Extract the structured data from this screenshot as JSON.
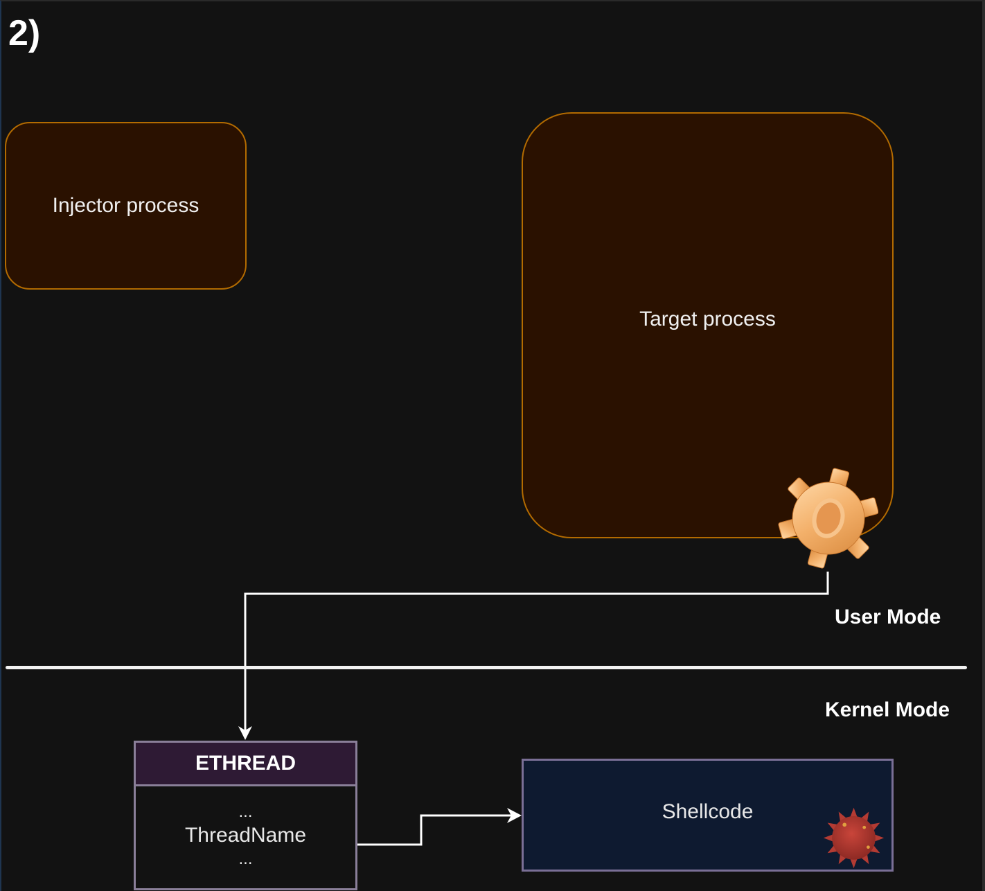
{
  "step_label": "2)",
  "nodes": {
    "injector": {
      "label": "Injector process"
    },
    "target": {
      "label": "Target process"
    },
    "ethread": {
      "header": "ETHREAD",
      "fields": [
        "...",
        "ThreadName",
        "..."
      ]
    },
    "shellcode": {
      "label": "Shellcode"
    }
  },
  "modes": {
    "user": "User Mode",
    "kernel": "Kernel Mode"
  },
  "icons": {
    "thread": "gear-icon",
    "malware": "virus-icon"
  },
  "edges": [
    {
      "from": "target-thread-gear",
      "to": "ethread"
    },
    {
      "from": "ethread.ThreadName",
      "to": "shellcode"
    }
  ],
  "colors": {
    "background": "#121212",
    "process_fill": "#2a1100",
    "process_stroke": "#b36b00",
    "ethread_header": "#2e1a34",
    "struct_stroke": "#8a7f99",
    "shellcode_fill": "#0e1a30",
    "connector": "#ffffff"
  }
}
